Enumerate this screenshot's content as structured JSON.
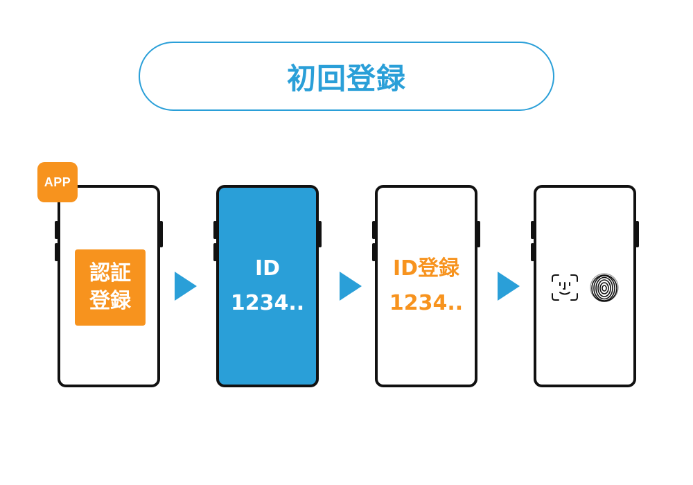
{
  "title": "初回登録",
  "badge": "APP",
  "step1": {
    "line1": "認証",
    "line2": "登録"
  },
  "step2": {
    "line1": "ID",
    "line2": "1234.."
  },
  "step3": {
    "line1": "ID登録",
    "line2": "1234.."
  },
  "step4": {
    "icons": [
      "face-id-icon",
      "fingerprint-icon"
    ]
  },
  "colors": {
    "accent_blue": "#2a9fd8",
    "accent_orange": "#f7931e",
    "outline": "#111111"
  }
}
